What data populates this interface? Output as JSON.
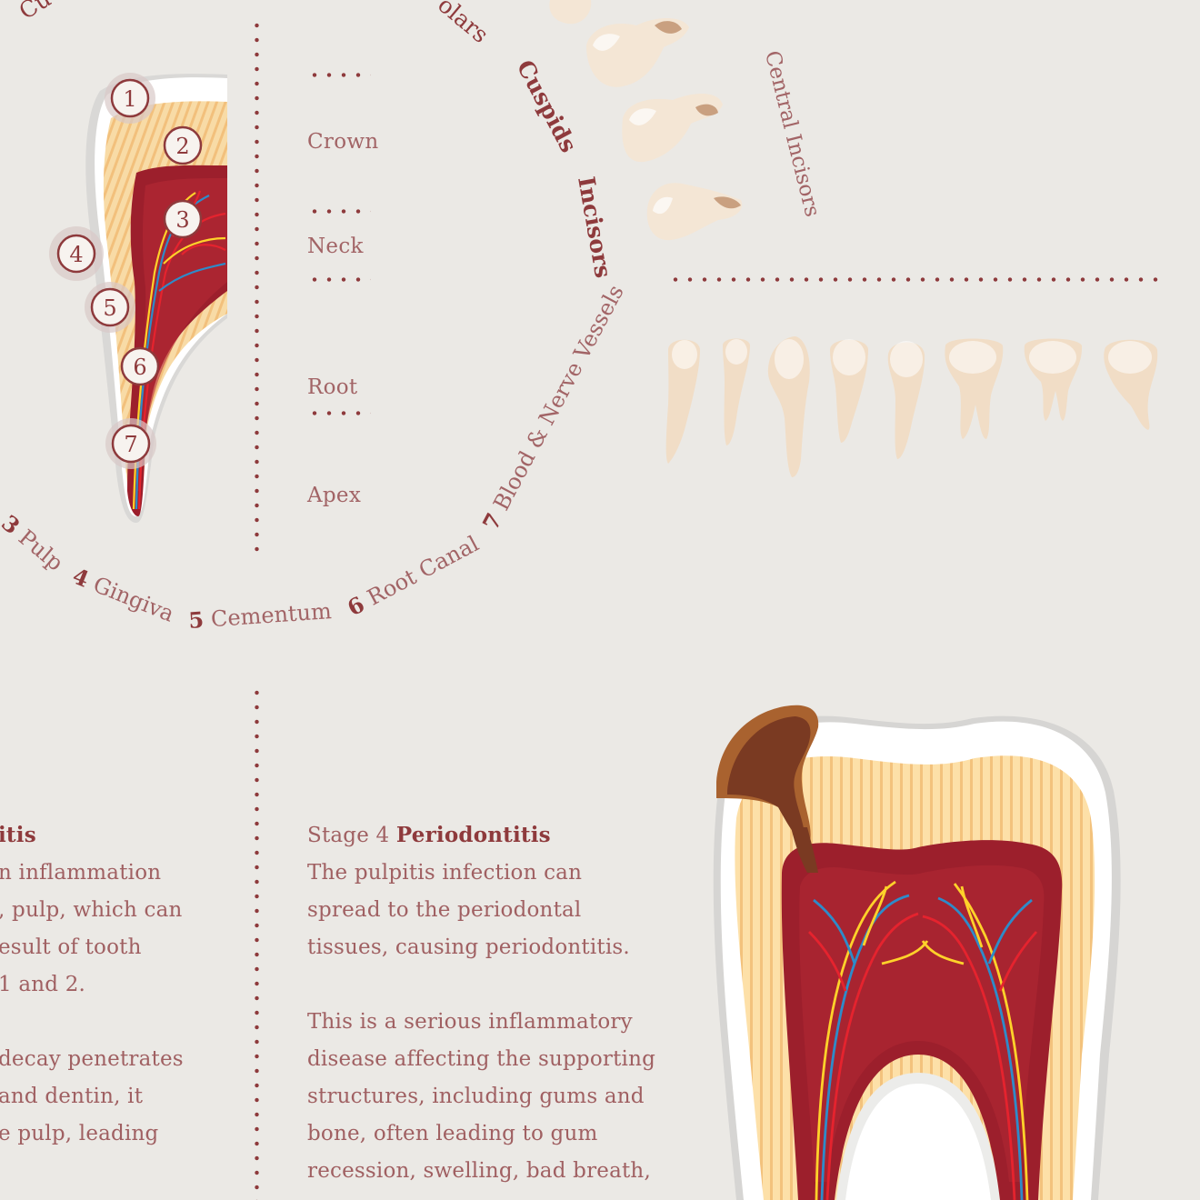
{
  "tooth_parts": {
    "levels": [
      {
        "label": "Crown"
      },
      {
        "label": "Neck"
      },
      {
        "label": "Root"
      },
      {
        "label": "Apex"
      }
    ],
    "badges": [
      "1",
      "2",
      "3",
      "4",
      "5",
      "6",
      "7"
    ]
  },
  "circle_labels": {
    "top_left_fragment": "Cu",
    "premolars_fragment": "olars",
    "cuspids": "Cuspids",
    "incisors": "Incisors",
    "pulp": {
      "num": "3",
      "text": "Pulp"
    },
    "gingiva": {
      "num": "4",
      "text": "Gingiva"
    },
    "cementum": {
      "num": "5",
      "text": "Cementum"
    },
    "root_canal": {
      "num": "6",
      "text": "Root Canal"
    },
    "blood_nerve": {
      "num": "7",
      "text": "Blood & Nerve Vessels"
    }
  },
  "teeth_panel": {
    "side_label": "Central Incisors"
  },
  "stage3_fragment": {
    "title": "itis",
    "lines": [
      "n inflammation",
      ", pulp, which can",
      "esult of tooth",
      " 1 and 2."
    ],
    "lines2": [
      "decay penetrates",
      "and dentin, it",
      "e pulp, leading"
    ]
  },
  "stage4": {
    "prefix": "Stage 4",
    "title": "Periodontitis",
    "para1": [
      "The pulpitis infection can",
      "spread to the periodontal",
      "tissues, causing periodontitis."
    ],
    "para2": [
      "This is a serious inflammatory",
      "disease affecting the supporting",
      "structures, including gums and",
      "bone, often leading to gum",
      "recession, swelling, bad breath,"
    ]
  },
  "colors": {
    "background": "#ebe9e5",
    "accent": "#8e3a3c",
    "dentin": "#f7d6a0",
    "pulp": "#9c1f2c",
    "enamel": "#ffffff",
    "decay": "#7a3a22"
  }
}
